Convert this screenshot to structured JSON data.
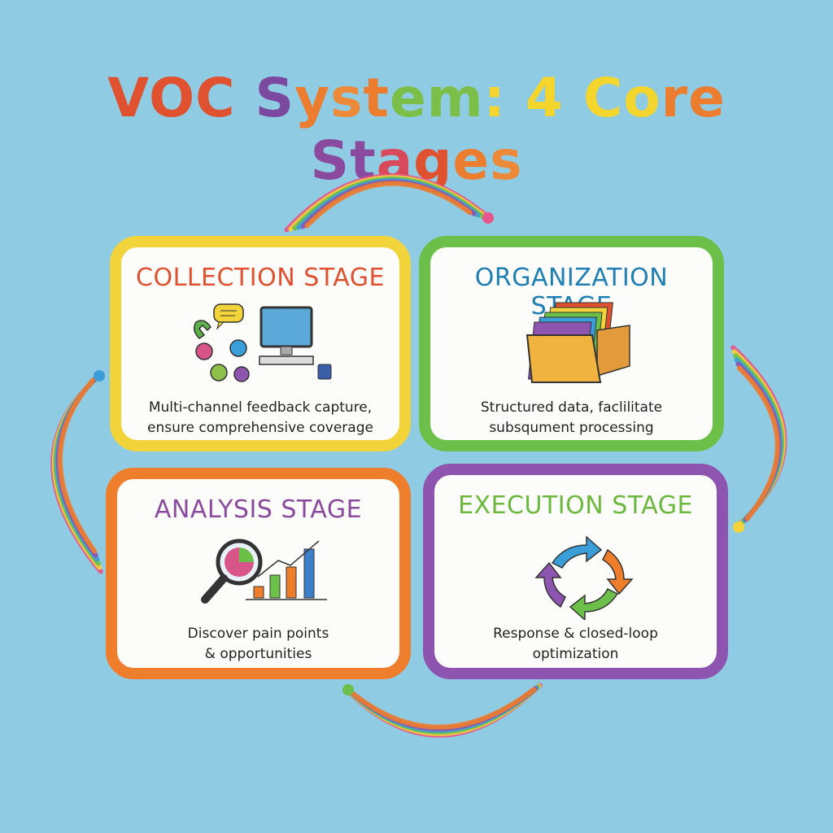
{
  "title": "VOC System: 4 Core Stages",
  "title_letter_colors": [
    "#e0512f",
    "#e0512f",
    "#e0512f",
    "#8fcbe3",
    "#7b4aa0",
    "#ec7c2e",
    "#ec8a3a",
    "#ec7c2e",
    "#7cbf48",
    "#7cbf48",
    "#f3d52e",
    "#8fcbe3",
    "#f3d52e",
    "#8fcbe3",
    "#f3d52e",
    "#f3d52e",
    "#ec7c2e",
    "#ec7c2e",
    "#8fcbe3",
    "#8a4a9e",
    "#8a4a9e",
    "#d84a5a",
    "#e0512f",
    "#ec7c2e",
    "#ec8a3a"
  ],
  "stages": [
    {
      "title": "COLLECTION STAGE",
      "line1": "Multi-channel feedback capture,",
      "line2": "ensure comprehensive coverage",
      "border": "#f2d43a",
      "title_color": "#e0512f",
      "icon": "channels-computer-icon"
    },
    {
      "title": "ORGANIZATION STAGE",
      "line1": "Structured data, faclilitate",
      "line2": "subsqument processing",
      "border": "#6cc04a",
      "title_color": "#1f7fb5",
      "icon": "file-folder-icon"
    },
    {
      "title": "ANALYSIS STAGE",
      "line1": "Discover pain points",
      "line2": "& opportunities",
      "border": "#ee7d2c",
      "title_color": "#8a4a9e",
      "icon": "magnifier-chart-icon"
    },
    {
      "title": "EXECUTION STAGE",
      "line1": "Response & closed-loop",
      "line2": "optimization",
      "border": "#8d55b0",
      "title_color": "#6cb83e",
      "icon": "cycle-arrows-icon"
    }
  ],
  "rainbow_colors": [
    "#e8558a",
    "#f2d43a",
    "#6cc04a",
    "#3a9fd8",
    "#8d55b0",
    "#ee7d2c"
  ]
}
